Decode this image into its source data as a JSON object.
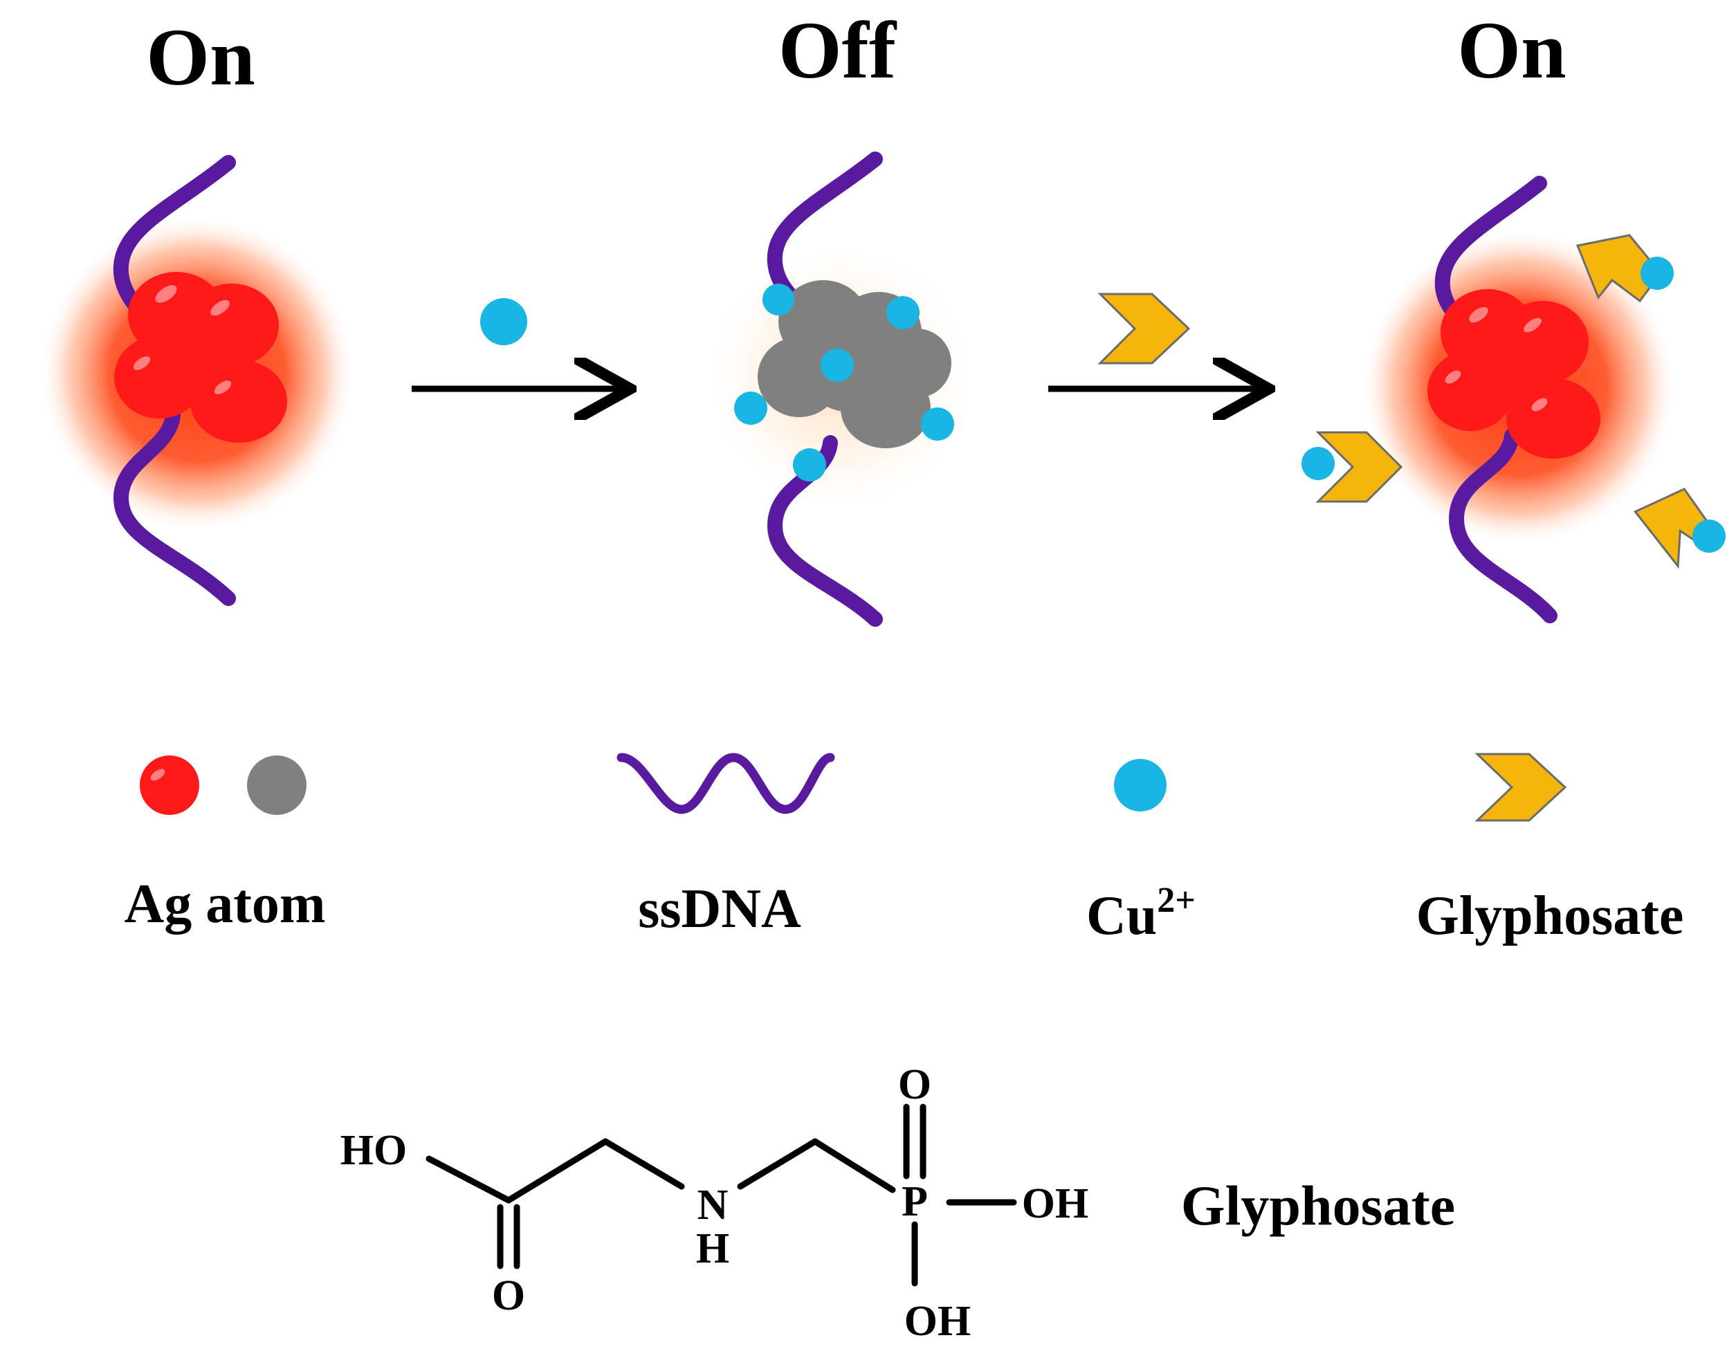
{
  "states": {
    "initial": "On",
    "quenched": "Off",
    "recovered": "On"
  },
  "legend": {
    "ag_atom": "Ag atom",
    "ssdna": "ssDNA",
    "cu_base": "Cu",
    "cu_charge": "2+",
    "glyphosate": "Glyphosate"
  },
  "structure": {
    "ho": "HO",
    "carbonyl_o": "O",
    "n": "N",
    "nh_h": "H",
    "p": "P",
    "po_o": "O",
    "oh_right": "OH",
    "oh_bottom": "OH",
    "name": "Glyphosate"
  },
  "colors": {
    "ag_on": "#ff1a1a",
    "ag_off": "#7f7f7f",
    "dna": "#5a1aa0",
    "cu": "#19b5e3",
    "glyphosate": "#f5b50a",
    "glyphosate_outline": "#6b6b6b",
    "glow": "#ff4a1a"
  }
}
